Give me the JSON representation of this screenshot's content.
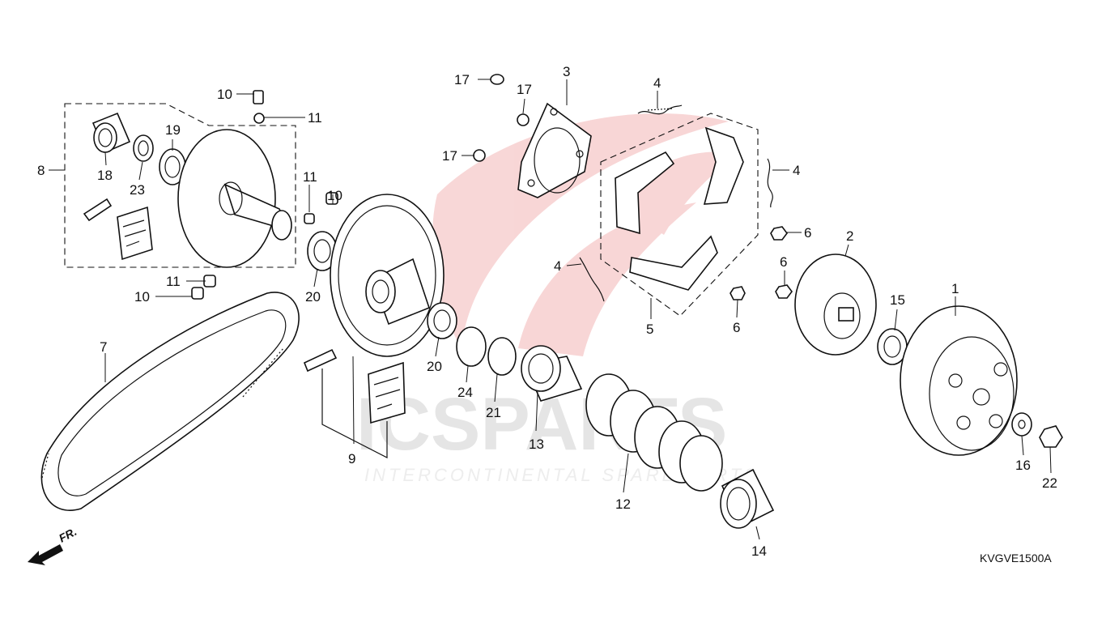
{
  "diagram": {
    "code": "KVGVE1500A",
    "front_label": "FR.",
    "watermark": {
      "brand": "ICSPARTS",
      "tagline": "INTERCONTINENTAL SPARE PARTS"
    },
    "callouts": {
      "c1": "1",
      "c2": "2",
      "c3": "3",
      "c4a": "4",
      "c4b": "4",
      "c4c": "4",
      "c5": "5",
      "c6a": "6",
      "c6b": "6",
      "c6c": "6",
      "c7": "7",
      "c8": "8",
      "c9": "9",
      "c10a": "10",
      "c10b": "10",
      "c10c": "10",
      "c11a": "11",
      "c11b": "11",
      "c11c": "11",
      "c12": "12",
      "c13": "13",
      "c14": "14",
      "c15": "15",
      "c16": "16",
      "c17a": "17",
      "c17b": "17",
      "c17c": "17",
      "c18": "18",
      "c19": "19",
      "c20a": "20",
      "c20b": "20",
      "c21": "21",
      "c22": "22",
      "c23": "23",
      "c24": "24"
    }
  }
}
